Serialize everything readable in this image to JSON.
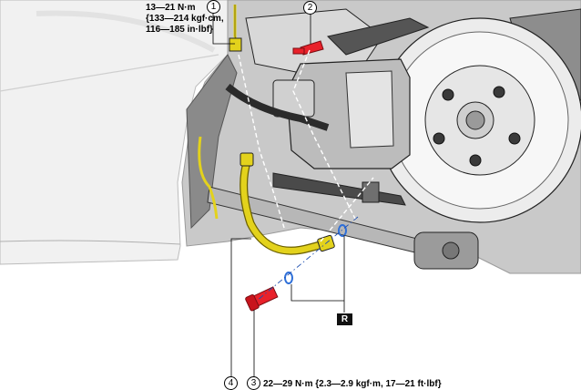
{
  "torque_upper": {
    "line1": "13—21 N·m",
    "line2": "{133—214 kgf·cm,",
    "line3": "116—185 in·lbf}"
  },
  "torque_lower": "22—29 N·m {2.3—2.9 kgf·m, 17—21 ft·lbf}",
  "callouts": [
    "1",
    "2",
    "3",
    "4"
  ],
  "replace_marker": "R",
  "colors": {
    "hose": "#e3d21c",
    "bolt": "#e8212a",
    "washer": "#2e6fd8",
    "outline": "#1a1a1a",
    "body_panel": "#f2f2f2",
    "dark_metal": "#3a3a3a"
  }
}
